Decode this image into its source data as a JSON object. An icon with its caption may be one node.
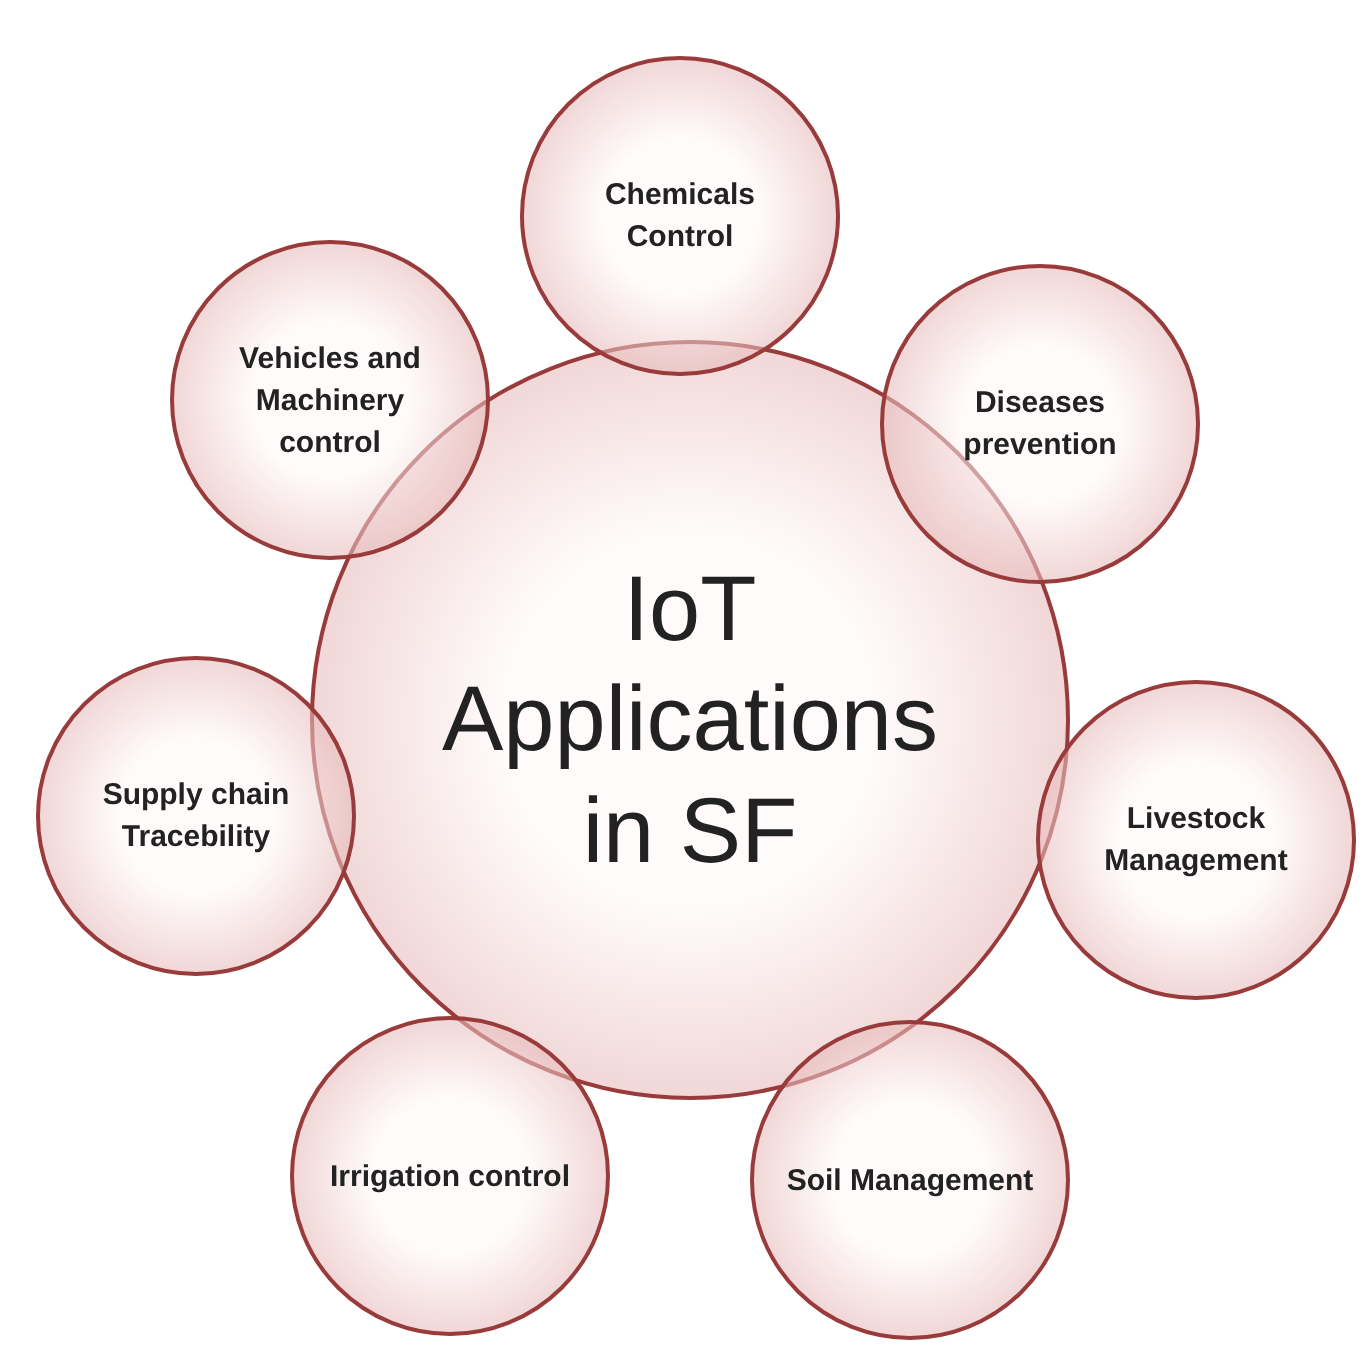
{
  "diagram": {
    "nodes": [
      {
        "text": [
          "IoT Applications in SF"
        ]
      },
      {
        "text": [
          "Chemicals Control"
        ]
      },
      {
        "text": [
          "Diseases prevention"
        ]
      },
      {
        "text": [
          "Livestock Management"
        ]
      },
      {
        "text": [
          "Soil Management"
        ]
      },
      {
        "text": [
          "Irrigation control"
        ]
      },
      {
        "text": [
          "Supply chain Tracebility"
        ]
      },
      {
        "text": [
          "Vehicles and Machinery control"
        ]
      }
    ]
  }
}
